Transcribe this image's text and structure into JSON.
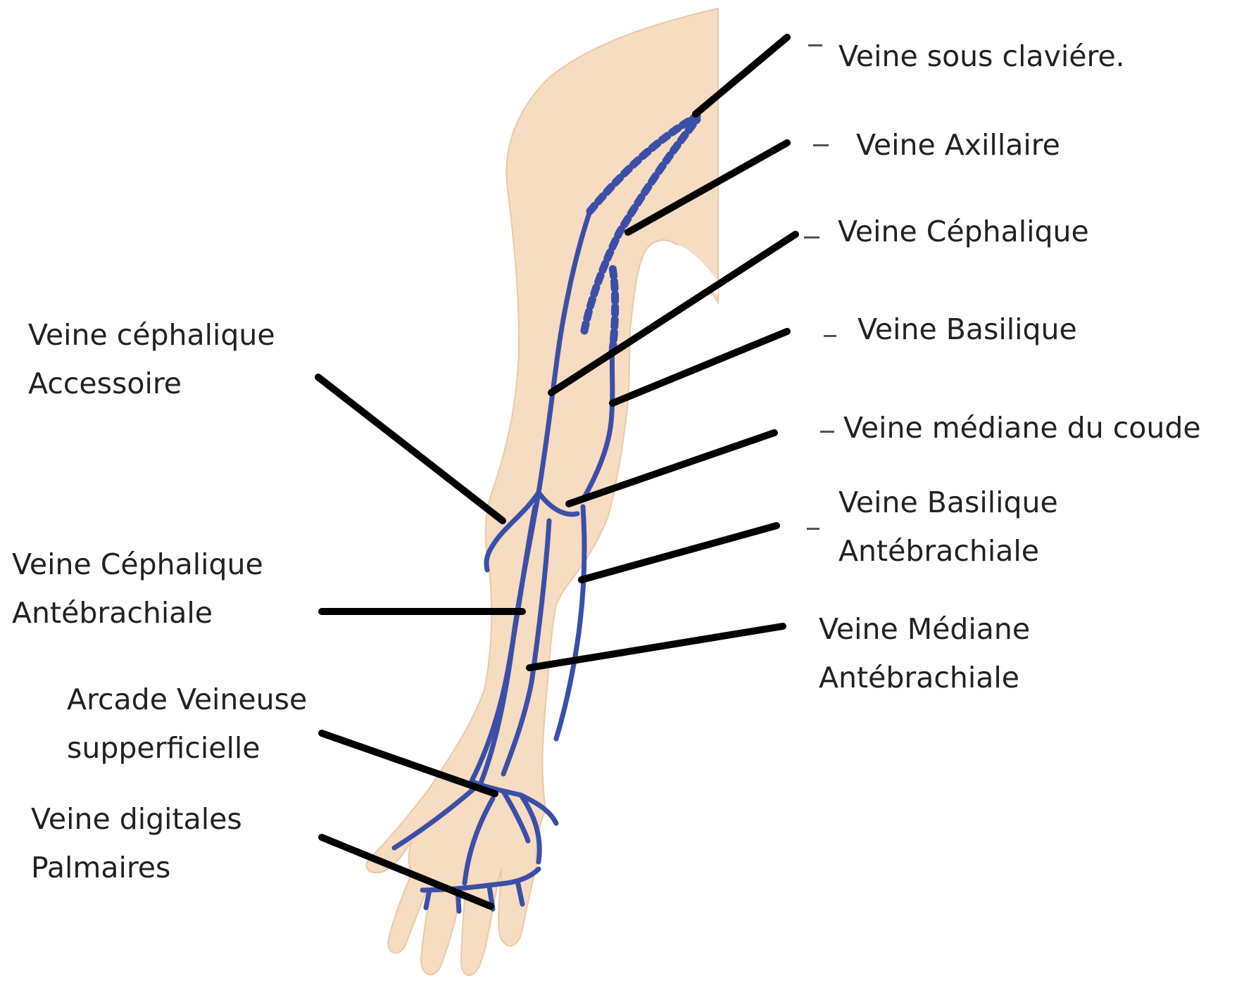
{
  "colors": {
    "skin": "#f6dcc0",
    "skin_outline": "#e8c9a8",
    "vein": "#3b4fa8",
    "vein_dark": "#2b3d8c",
    "leader": "#000000",
    "text": "#222222",
    "background": "#ffffff"
  },
  "labels_right": {
    "sous_claviere": "Veine sous claviére.",
    "axillaire": "Veine Axillaire",
    "cephalique": "Veine Céphalique",
    "basilique": "Veine Basilique",
    "mediane_coude": "Veine médiane du coude",
    "basilique_ante_1": "Veine Basilique",
    "basilique_ante_2": "Antébrachiale",
    "mediane_ante_1": "Veine Médiane",
    "mediane_ante_2": "Antébrachiale"
  },
  "labels_left": {
    "cephalique_acc_1": "Veine céphalique",
    "cephalique_acc_2": "Accessoire",
    "cephalique_ante_1": "Veine Céphalique",
    "cephalique_ante_2": "Antébrachiale",
    "arcade_1": "Arcade Veineuse",
    "arcade_2": "supperficielle",
    "digitales_1": "Veine digitales",
    "digitales_2": "Palmaires"
  }
}
